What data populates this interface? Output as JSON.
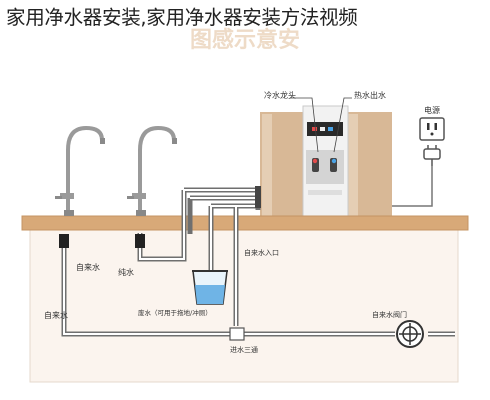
{
  "page_title": "家用净水器安装,家用净水器安装方法视频",
  "background_title": "图感示意安",
  "labels": {
    "cold_water_tap": "冷水龙头",
    "hot_water_outlet": "热水出水",
    "power": "电源",
    "tap_water_1": "自来水",
    "pure_water": "纯水",
    "tap_water_2": "自来水",
    "tap_inlet": "自来水入口",
    "waste_water": "废水（可用于拖地/冲厕）",
    "tap_valve": "自来水阀门",
    "inlet_tee": "进水三通"
  },
  "colors": {
    "counter": "#d8a978",
    "cabinet_bg": "#fbf4ee",
    "pipe": "#6f6f6f",
    "water": "#6fb4e6",
    "purifier_body": "#cfae8a"
  },
  "icons": [
    "faucet-icon",
    "power-socket-icon",
    "plug-icon",
    "valve-icon",
    "bucket-icon"
  ]
}
